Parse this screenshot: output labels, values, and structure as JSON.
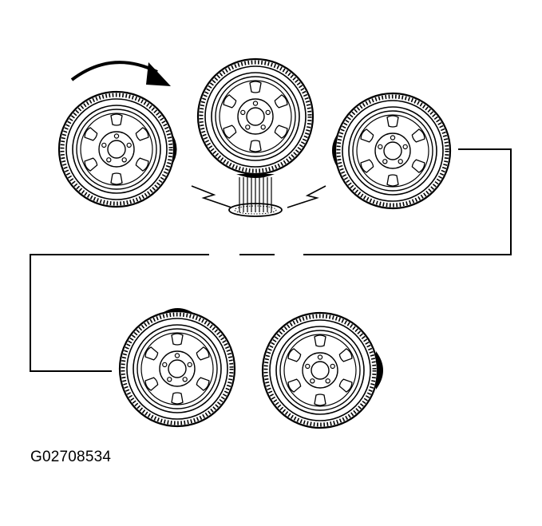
{
  "figure": {
    "id_label": "G02708534",
    "ink_color": "#000000",
    "paper_color": "#ffffff"
  },
  "icons": {
    "rotation": "curved-arrow-icon",
    "wheel": "wheel-icon",
    "impact": "lightning-icon"
  },
  "wheels": [
    {
      "name": "wheel-rolling",
      "state": "rolling",
      "bulge": "right"
    },
    {
      "name": "wheel-impact",
      "state": "impact",
      "bulge": "bottom"
    },
    {
      "name": "wheel-after-impact",
      "state": "after-impact",
      "bulge": "left"
    },
    {
      "name": "wheel-bulge-top",
      "state": "deformed",
      "bulge": "top"
    },
    {
      "name": "wheel-bulge-right",
      "state": "deformed",
      "bulge": "right"
    }
  ]
}
